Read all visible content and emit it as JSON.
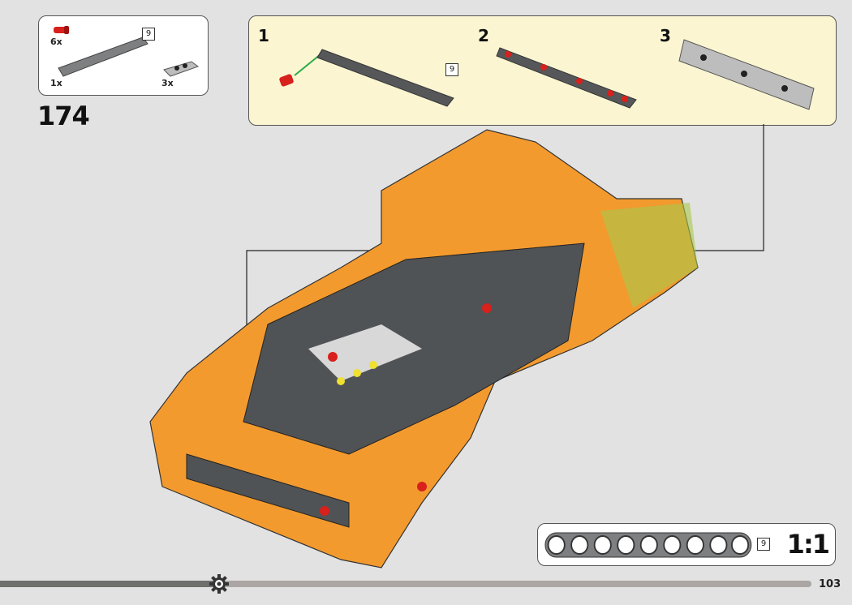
{
  "parts_list": {
    "items": [
      {
        "name": "red-axle-pin",
        "quantity": "6x"
      },
      {
        "name": "gray-beam-9",
        "quantity": "1x",
        "length": "9"
      },
      {
        "name": "gray-plate-1x3",
        "quantity": "3x"
      }
    ]
  },
  "step": {
    "number": "174"
  },
  "substeps": [
    {
      "number": "1",
      "length": "9"
    },
    {
      "number": "2"
    },
    {
      "number": "3"
    }
  ],
  "scale_reference": {
    "length": "9",
    "ratio": "1:1",
    "holes": 9
  },
  "footer": {
    "page_number": "103",
    "progress_percent": 27,
    "progress_icon": "gear-icon"
  },
  "colors": {
    "orange": "#f39a2e",
    "dark_gray": "#505356",
    "red": "#d8201c",
    "callout_bg": "#fbf5d2"
  }
}
